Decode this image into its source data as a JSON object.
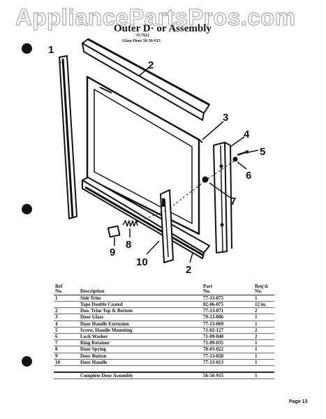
{
  "watermark": "AppliancePartsPros.com",
  "header": {
    "title": "Outer D· or Assembly",
    "subtitle": "· O-762)",
    "subtitle2": "Glass Door 56-56-915"
  },
  "callouts": [
    "1",
    "2",
    "3",
    "4",
    "5",
    "6",
    "7",
    "8",
    "9",
    "10",
    "2"
  ],
  "table": {
    "headers": {
      "ref": [
        "Ref",
        "No."
      ],
      "description": "Description",
      "part": [
        "Part",
        "No."
      ],
      "qty": [
        "Req'd.",
        "No."
      ]
    },
    "rows": [
      {
        "ref": "1",
        "description": "Side Trim",
        "part": "77-13-075",
        "qty": "1"
      },
      {
        "ref": "",
        "description": "Tape Double Coated",
        "part": "82-06-075",
        "qty": "12 in."
      },
      {
        "ref": "2",
        "description": "Doo. Trim Top & Bottom",
        "part": "77-13-071",
        "qty": "2"
      },
      {
        "ref": "3",
        "description": "Door Glass",
        "part": "79-13-006",
        "qty": "1"
      },
      {
        "ref": "4",
        "description": "Door Handle Extrusion",
        "part": "77-13-069",
        "qty": "1"
      },
      {
        "ref": "5",
        "description": "Screw, Handle Mounting",
        "part": "71-02-127",
        "qty": "2"
      },
      {
        "ref": "6",
        "description": "Lock Washer",
        "part": "71-09-040",
        "qty": "2"
      },
      {
        "ref": "7",
        "description": "Ring Retainer",
        "part": "71-09-035",
        "qty": "1"
      },
      {
        "ref": "8",
        "description": "Door Spring",
        "part": "78-03-022",
        "qty": "1"
      },
      {
        "ref": "9",
        "description": "Door Button",
        "part": "77-13-028",
        "qty": "1"
      },
      {
        "ref": "10",
        "description": "Door Handle",
        "part": "77-13-013",
        "qty": "1"
      }
    ],
    "footer_row": {
      "ref": "",
      "description": "Complete Door Assembly",
      "part": "56-56-915",
      "qty": "1"
    }
  },
  "page_number": "Page 13"
}
